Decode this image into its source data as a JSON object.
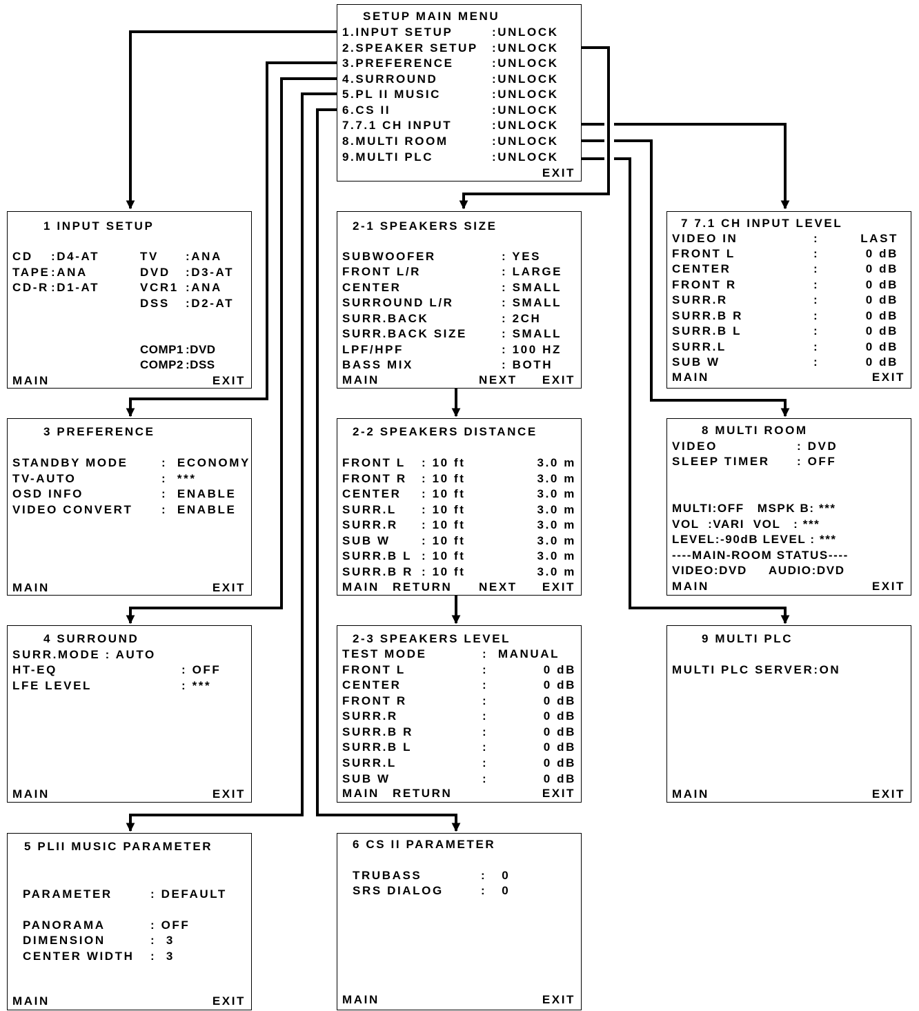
{
  "main_menu": {
    "title": "SETUP MAIN MENU",
    "items": [
      {
        "label": "1.INPUT SETUP",
        "status": ":UNLOCK"
      },
      {
        "label": "2.SPEAKER SETUP",
        "status": ":UNLOCK"
      },
      {
        "label": "3.PREFERENCE",
        "status": ":UNLOCK"
      },
      {
        "label": "4.SURROUND",
        "status": ":UNLOCK"
      },
      {
        "label": "5.PL II MUSIC",
        "status": ":UNLOCK"
      },
      {
        "label": "6.CS II",
        "status": ":UNLOCK"
      },
      {
        "label": "7.7.1 CH INPUT",
        "status": ":UNLOCK"
      },
      {
        "label": "8.MULTI ROOM",
        "status": ":UNLOCK"
      },
      {
        "label": "9.MULTI PLC",
        "status": ":UNLOCK"
      }
    ],
    "exit": "EXIT"
  },
  "input_setup": {
    "title": "1 INPUT SETUP",
    "rows": [
      {
        "a": "CD",
        "av": ":D4-AT",
        "b": "TV",
        "bv": ":ANA"
      },
      {
        "a": "TAPE",
        "av": ":ANA",
        "b": "DVD",
        "bv": ":D3-AT"
      },
      {
        "a": "CD-R",
        "av": ":D1-AT",
        "b": "VCR1",
        "bv": ":ANA"
      },
      {
        "a": "",
        "av": "",
        "b": "DSS",
        "bv": ":D2-AT"
      }
    ],
    "comp": [
      {
        "label": "COMP1",
        "value": ":DVD"
      },
      {
        "label": "COMP2",
        "value": ":DSS"
      }
    ],
    "main": "MAIN",
    "exit": "EXIT"
  },
  "preference": {
    "title": "3 PREFERENCE",
    "rows": [
      {
        "label": "STANDBY MODE",
        "value": ":  ECONOMY"
      },
      {
        "label": "TV-AUTO",
        "value": ":  ***"
      },
      {
        "label": "OSD INFO",
        "value": ":  ENABLE"
      },
      {
        "label": "VIDEO CONVERT",
        "value": ":  ENABLE"
      }
    ],
    "main": "MAIN",
    "exit": "EXIT"
  },
  "surround": {
    "title": "4 SURROUND",
    "mode": "SURR.MODE : AUTO",
    "rows": [
      {
        "label": "HT-EQ",
        "value": ": OFF"
      },
      {
        "label": "LFE LEVEL",
        "value": ": ***"
      }
    ],
    "main": "MAIN",
    "exit": "EXIT"
  },
  "plii_music": {
    "title": "5 PLII MUSIC PARAMETER",
    "rows": [
      {
        "label": "PARAMETER",
        "value": ": DEFAULT"
      },
      {
        "label": "PANORAMA",
        "value": ": OFF"
      },
      {
        "label": "DIMENSION",
        "value": ":  3"
      },
      {
        "label": "CENTER WIDTH",
        "value": ":  3"
      }
    ],
    "main": "MAIN",
    "exit": "EXIT"
  },
  "speakers_size": {
    "title": "2-1 SPEAKERS SIZE",
    "rows": [
      {
        "label": "SUBWOOFER",
        "value": ": YES"
      },
      {
        "label": "FRONT L/R",
        "value": ": LARGE"
      },
      {
        "label": "CENTER",
        "value": ": SMALL"
      },
      {
        "label": "SURROUND L/R",
        "value": ": SMALL"
      },
      {
        "label": "SURR.BACK",
        "value": ": 2CH"
      },
      {
        "label": "SURR.BACK SIZE",
        "value": ": SMALL"
      },
      {
        "label": "LPF/HPF",
        "value": ": 100 HZ"
      },
      {
        "label": "BASS MIX",
        "value": ": BOTH"
      }
    ],
    "main": "MAIN",
    "next": "NEXT",
    "exit": "EXIT"
  },
  "speakers_distance": {
    "title": "2-2 SPEAKERS DISTANCE",
    "rows": [
      {
        "label": "FRONT L",
        "ft": ": 10 ft",
        "m": "3.0 m"
      },
      {
        "label": "FRONT R",
        "ft": ": 10 ft",
        "m": "3.0 m"
      },
      {
        "label": "CENTER",
        "ft": ": 10 ft",
        "m": "3.0 m"
      },
      {
        "label": "SURR.L",
        "ft": ": 10 ft",
        "m": "3.0 m"
      },
      {
        "label": "SURR.R",
        "ft": ": 10 ft",
        "m": "3.0 m"
      },
      {
        "label": "SUB W",
        "ft": ": 10 ft",
        "m": "3.0 m"
      },
      {
        "label": "SURR.B L",
        "ft": ": 10 ft",
        "m": "3.0 m"
      },
      {
        "label": "SURR.B R",
        "ft": ": 10 ft",
        "m": "3.0 m"
      }
    ],
    "main": "MAIN",
    "return": "RETURN",
    "next": "NEXT",
    "exit": "EXIT"
  },
  "speakers_level": {
    "title": "2-3 SPEAKERS LEVEL",
    "test_label": "TEST MODE",
    "test_value": ":  MANUAL",
    "rows": [
      {
        "label": "FRONT L",
        "value": "0 dB"
      },
      {
        "label": "CENTER",
        "value": "0 dB"
      },
      {
        "label": "FRONT R",
        "value": "0 dB"
      },
      {
        "label": "SURR.R",
        "value": "0 dB"
      },
      {
        "label": "SURR.B R",
        "value": "0 dB"
      },
      {
        "label": "SURR.B L",
        "value": "0 dB"
      },
      {
        "label": "SURR.L",
        "value": "0 dB"
      },
      {
        "label": "SUB W",
        "value": "0 dB"
      }
    ],
    "colon": ":",
    "main": "MAIN",
    "return": "RETURN",
    "exit": "EXIT"
  },
  "cs_ii": {
    "title": "6 CS II PARAMETER",
    "rows": [
      {
        "label": "TRUBASS",
        "value": ":   0"
      },
      {
        "label": "SRS DIALOG",
        "value": ":   0"
      }
    ],
    "main": "MAIN",
    "exit": "EXIT"
  },
  "ch71_input": {
    "title": "7 7.1 CH INPUT LEVEL",
    "video_label": "VIDEO IN",
    "video_value": "LAST",
    "rows": [
      {
        "label": "FRONT L",
        "value": "0 dB"
      },
      {
        "label": "CENTER",
        "value": "0 dB"
      },
      {
        "label": "FRONT R",
        "value": "0 dB"
      },
      {
        "label": "SURR.R",
        "value": "0 dB"
      },
      {
        "label": "SURR.B R",
        "value": "0 dB"
      },
      {
        "label": "SURR.B L",
        "value": "0 dB"
      },
      {
        "label": "SURR.L",
        "value": "0 dB"
      },
      {
        "label": "SUB W",
        "value": "0 dB"
      }
    ],
    "colon": ":",
    "main": "MAIN",
    "exit": "EXIT"
  },
  "multi_room": {
    "title": "8 MULTI ROOM",
    "rows": [
      {
        "label": "VIDEO",
        "value": ": DVD"
      },
      {
        "label": "SLEEP TIMER",
        "value": ": OFF"
      }
    ],
    "lines": [
      "MULTI:OFF   MSPK B: ***",
      "VOL  :VARI  VOL   : ***",
      "LEVEL:-90dB LEVEL : ***",
      "----MAIN-ROOM STATUS----",
      "VIDEO:DVD     AUDIO:DVD"
    ],
    "main": "MAIN",
    "exit": "EXIT"
  },
  "multi_plc": {
    "title": "9 MULTI PLC",
    "server": "MULTI PLC SERVER:ON",
    "main": "MAIN",
    "exit": "EXIT"
  }
}
